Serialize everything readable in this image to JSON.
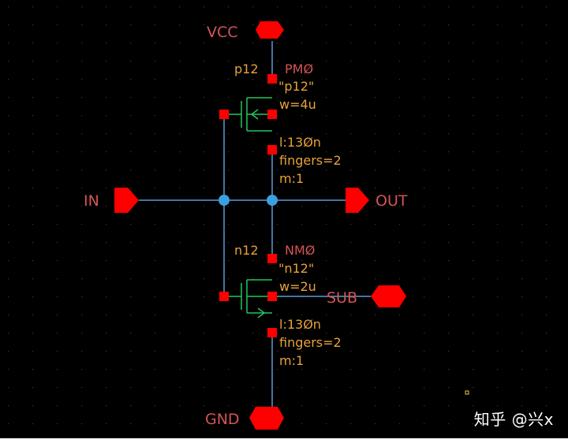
{
  "colors": {
    "background": "#000000",
    "wire": "#5b9bd5",
    "pin": "#ff0000",
    "device": "#22c55e",
    "junction": "#3aa0e0",
    "label": "#d45555",
    "param": "#e8a23a",
    "text_light": "#ffffff",
    "grid_dot": "#3a3a3a"
  },
  "pins": {
    "vcc": "VCC",
    "gnd": "GND",
    "in": "IN",
    "out": "OUT",
    "sub": "SUB"
  },
  "pmos": {
    "model": "p12",
    "instance": "PMØ",
    "model_quoted": "\"p12\"",
    "width": "w=4u",
    "length": "l:13Øn",
    "fingers": "fingers=2",
    "multiplier": "m:1"
  },
  "nmos": {
    "model": "n12",
    "instance": "NMØ",
    "model_quoted": "\"n12\"",
    "width": "w=2u",
    "length": "l:13Øn",
    "fingers": "fingers=2",
    "multiplier": "m:1"
  },
  "watermark": "知乎 @兴x"
}
